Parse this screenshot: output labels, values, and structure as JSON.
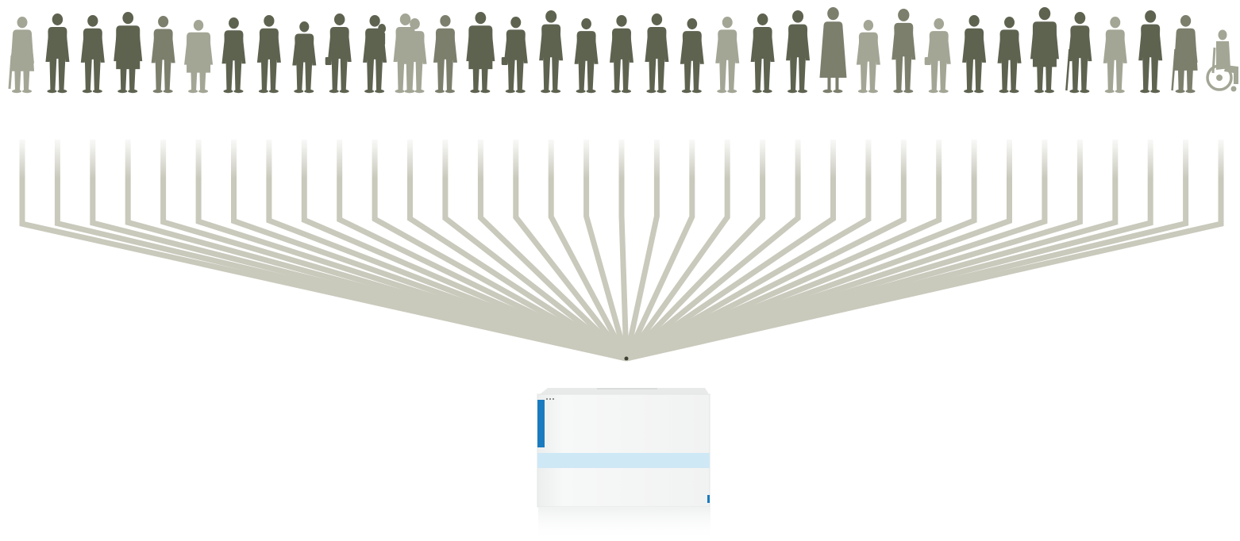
{
  "figures": [
    {
      "kind": "umbrella-woman",
      "tone": "light"
    },
    {
      "kind": "man",
      "tone": "dark"
    },
    {
      "kind": "man",
      "tone": "dark"
    },
    {
      "kind": "man-coat",
      "tone": "dark"
    },
    {
      "kind": "man",
      "tone": "mid"
    },
    {
      "kind": "man-coat",
      "tone": "light"
    },
    {
      "kind": "man",
      "tone": "dark"
    },
    {
      "kind": "man",
      "tone": "dark"
    },
    {
      "kind": "woman",
      "tone": "dark"
    },
    {
      "kind": "man-child",
      "tone": "dark"
    },
    {
      "kind": "woman-child",
      "tone": "dark"
    },
    {
      "kind": "couple",
      "tone": "light"
    },
    {
      "kind": "man",
      "tone": "mid"
    },
    {
      "kind": "man-coat",
      "tone": "dark"
    },
    {
      "kind": "woman-bag",
      "tone": "dark"
    },
    {
      "kind": "man",
      "tone": "dark"
    },
    {
      "kind": "woman",
      "tone": "dark"
    },
    {
      "kind": "woman",
      "tone": "dark"
    },
    {
      "kind": "man",
      "tone": "dark"
    },
    {
      "kind": "woman",
      "tone": "dark"
    },
    {
      "kind": "man",
      "tone": "light"
    },
    {
      "kind": "woman",
      "tone": "dark"
    },
    {
      "kind": "man",
      "tone": "dark"
    },
    {
      "kind": "woman-dress",
      "tone": "mid"
    },
    {
      "kind": "woman",
      "tone": "light"
    },
    {
      "kind": "man",
      "tone": "mid"
    },
    {
      "kind": "woman-bag",
      "tone": "light"
    },
    {
      "kind": "man",
      "tone": "dark"
    },
    {
      "kind": "woman",
      "tone": "dark"
    },
    {
      "kind": "man-coat",
      "tone": "dark"
    },
    {
      "kind": "cane-man",
      "tone": "dark"
    },
    {
      "kind": "man",
      "tone": "light"
    },
    {
      "kind": "man",
      "tone": "dark"
    },
    {
      "kind": "cane-woman",
      "tone": "mid"
    },
    {
      "kind": "wheelchair",
      "tone": "light"
    }
  ],
  "colors": {
    "dark": "#5e6350",
    "mid": "#7b7f6c",
    "light": "#a3a695",
    "line_top": "#ececE4",
    "line": "#c9c9bc",
    "apex": "#3f4233",
    "box_face": "#f4f5f5",
    "box_top": "#e9ebeb",
    "accent_blue": "#1a7bbf",
    "stripe_blue": "#cfe8f6"
  },
  "icon_names": [
    "person-silhouette-icon",
    "wheelchair-icon",
    "product-box-icon"
  ]
}
